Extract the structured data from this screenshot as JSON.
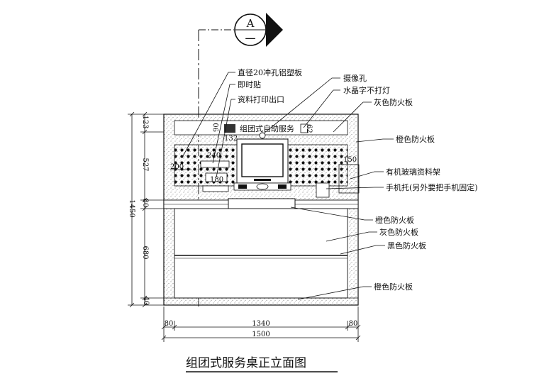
{
  "section_marker": {
    "letter": "A",
    "sub": "一"
  },
  "callouts": {
    "perforated_panel": "直径20冲孔铝塑板",
    "sticky_note": "即时贴",
    "print_outlet": "资料打印出口",
    "camera_hole": "摄像孔",
    "crystal_text": "水晶字不打灯",
    "gray_top": "灰色防火板",
    "orange_side": "橙色防火板",
    "acrylic_rack": "有机玻璃资料架",
    "phone_holder": "手机托(另外要把手机固定)",
    "orange_mid": "橙色防火板",
    "gray_mid": "灰色防火板",
    "black_mid": "黑色防火板",
    "orange_bottom": "橙色防火板"
  },
  "sign_text": "组团式自助服务",
  "inner_dims": {
    "d90": "90",
    "d132": "132",
    "d62": "62",
    "d200": "200",
    "d240": "240",
    "d180": "180",
    "d150": "150"
  },
  "left_dims": {
    "d123": "123",
    "d527": "527",
    "d80": "80",
    "d680": "680",
    "d40": "40",
    "total": "1450"
  },
  "bottom_dims": {
    "left": "80",
    "middle": "1340",
    "right": "80",
    "total": "1500"
  },
  "drawing_title": "组团式服务桌正立面图"
}
